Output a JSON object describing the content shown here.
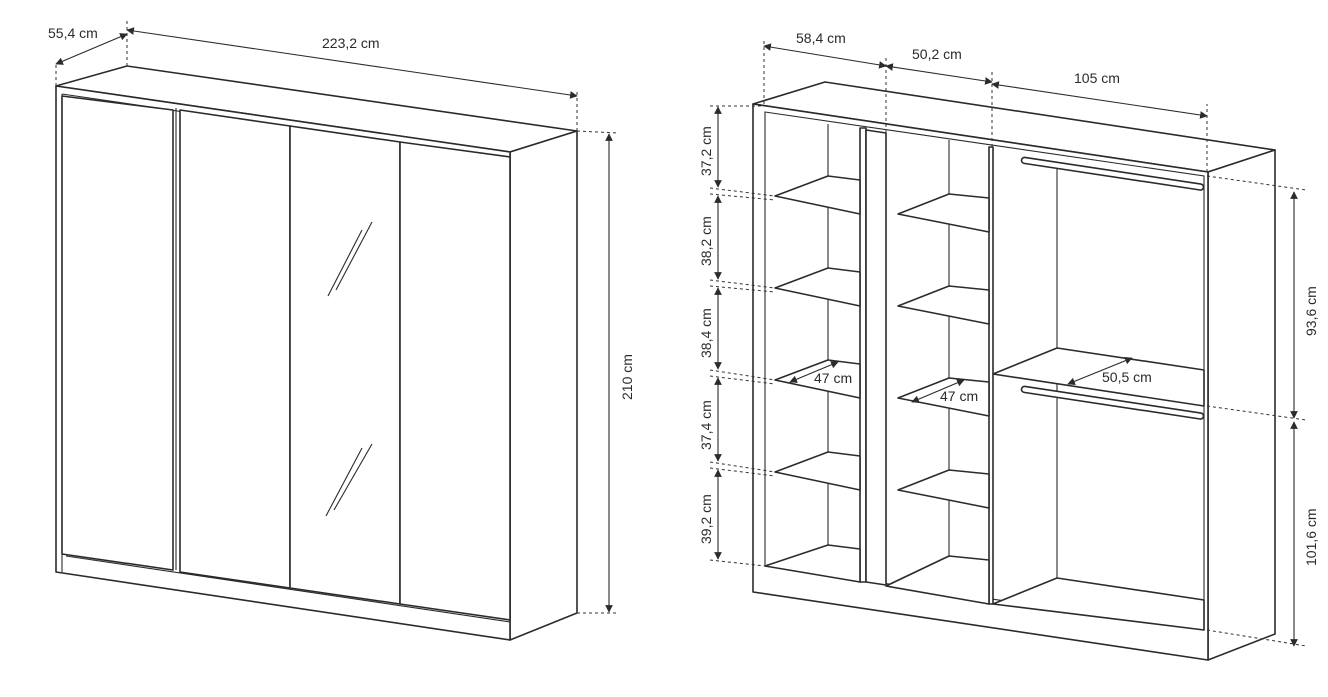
{
  "labels": {
    "left_depth": "55,4 cm",
    "left_width": "223,2 cm",
    "left_height": "210 cm",
    "right_depth": "58,4 cm",
    "right_mid_width": "50,2 cm",
    "right_hang_width": "105 cm",
    "shelf_h1": "37,2 cm",
    "shelf_h2": "38,2 cm",
    "shelf_h3": "38,4 cm",
    "shelf_h4": "37,4 cm",
    "shelf_h5": "39,2 cm",
    "shelf_depth_a": "47 cm",
    "shelf_depth_b": "47 cm",
    "hang_shelf_depth": "50,5 cm",
    "hang_upper": "93,6 cm",
    "hang_lower": "101,6 cm"
  }
}
